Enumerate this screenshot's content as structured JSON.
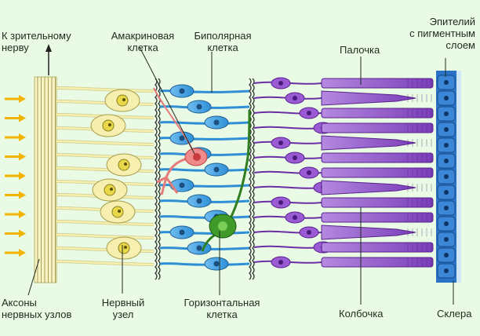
{
  "labels": {
    "optic_nerve": "К зрительному\nнерву",
    "amacrine": "Амакриновая\nклетка",
    "bipolar": "Биполярная\nклетка",
    "rod": "Палочка",
    "epithelium": "Эпителий\nс пигментным\nслоем",
    "axons": "Аксоны\nнервных узлов",
    "ganglion": "Нервный\nузел",
    "horizontal": "Горизонтальная\nклетка",
    "cone": "Колбочка",
    "sclera": "Склера"
  },
  "colors": {
    "background": "#e9fbe4",
    "light_arrows": "#f2b400",
    "ganglion_layer": "#f6efb0",
    "ganglion_nucleus": "#e8d84a",
    "bipolar_layer": "#4ea6e0",
    "amacrine_cell": "#f08a8a",
    "horizontal_cell": "#2f7d1f",
    "rods_cones": "#8f4fc8",
    "epithelium": "#2a72c6"
  },
  "icons": {
    "light_arrows": "arrow-right-icon",
    "nerve_direction": "arrow-up-icon"
  }
}
